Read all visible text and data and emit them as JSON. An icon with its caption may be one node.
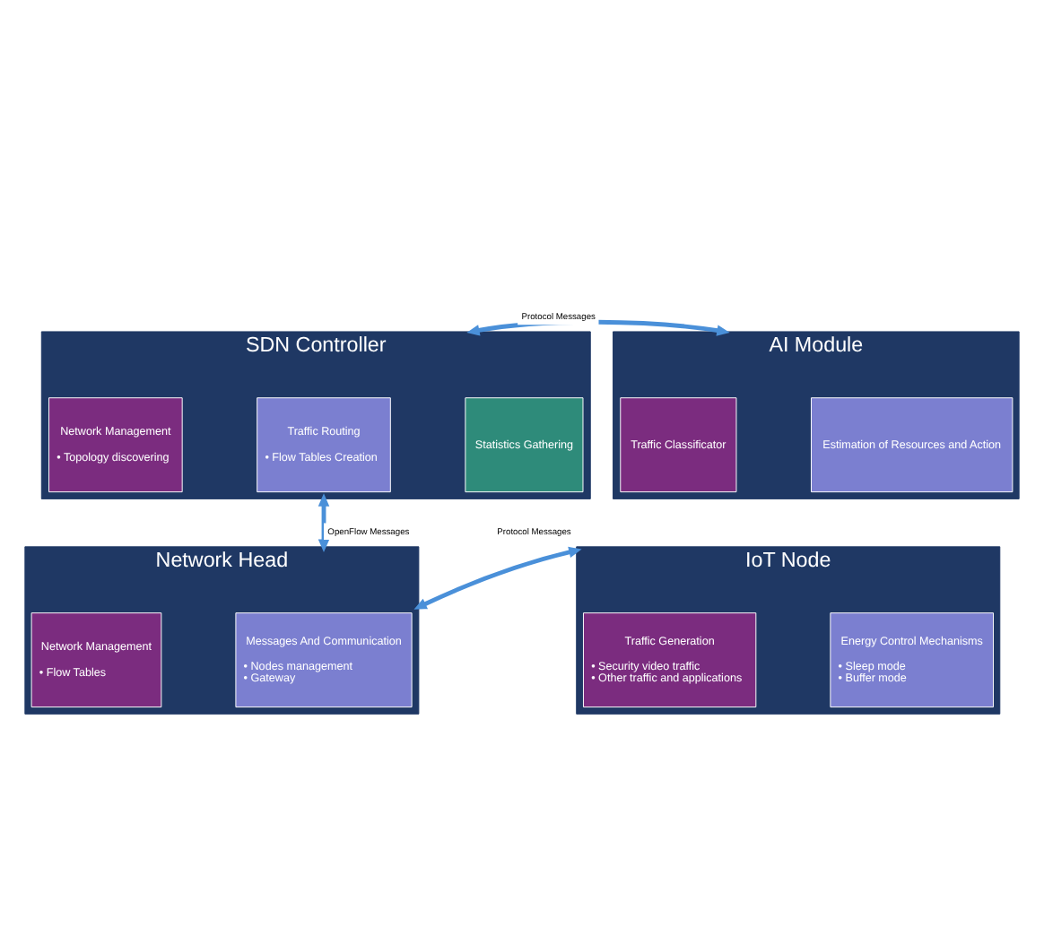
{
  "diagram": {
    "nodes": [
      {
        "text": [
          "SDN Controller"
        ]
      },
      {
        "text": [
          "Network Management",
          "• Topology discovering"
        ],
        "in": 0
      },
      {
        "text": [
          "Traffic Routing",
          "• Flow Tables Creation"
        ],
        "in": 0
      },
      {
        "text": [
          "Statistics Gathering"
        ],
        "in": 0
      },
      {
        "text": [
          "AI Module"
        ]
      },
      {
        "text": [
          "Traffic Classificator"
        ],
        "in": 4
      },
      {
        "text": [
          "Estimation of Resources and Action"
        ],
        "in": 4
      },
      {
        "text": [
          "Network Head"
        ]
      },
      {
        "text": [
          "Network Management",
          "• Flow Tables"
        ],
        "in": 7
      },
      {
        "text": [
          "Messages And Communication",
          "• Nodes management",
          "• Gateway"
        ],
        "in": 7
      },
      {
        "text": [
          "IoT Node"
        ]
      },
      {
        "text": [
          "Traffic Generation",
          "• Security video traffic",
          "• Other traffic and applications"
        ],
        "in": 10
      },
      {
        "text": [
          "Energy Control Mechanisms",
          "• Sleep mode",
          "• Buffer mode"
        ],
        "in": 10
      }
    ],
    "edges": [
      {
        "from": 0,
        "to": 4,
        "arrow": "both",
        "label": "Protocol Messages"
      },
      {
        "from": 0,
        "to": 7,
        "arrow": "both",
        "label": "OpenFlow Messages"
      },
      {
        "from": 7,
        "to": 10,
        "arrow": "both",
        "label": "Protocol Messages"
      }
    ]
  }
}
